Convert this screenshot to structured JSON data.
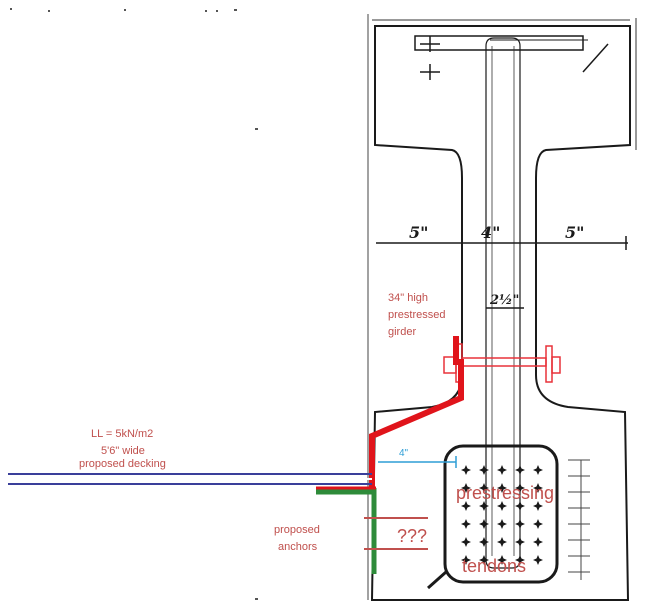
{
  "labels": {
    "live_load": "LL = 5kN/m2",
    "deck_width": "5'6\" wide",
    "deck_name": "proposed decking",
    "girder_line1": "34\" high",
    "girder_line2": "prestressed",
    "girder_line3": "girder",
    "offset": "4\"",
    "prestressing": "prestressing",
    "tendons": "tendons",
    "unknown": "???",
    "anchors_line1": "proposed",
    "anchors_line2": "anchors"
  },
  "dimensions": {
    "left_flange": "5\"",
    "web": "4\"",
    "right_flange": "5\"",
    "web_thickness": "2½\""
  },
  "colors": {
    "decking": "#3a3f9a",
    "bracket_red": "#e0141b",
    "bracket_green": "#2e8b3a",
    "bolt_red": "#e8323a",
    "annotation": "#c0504d",
    "offset_line": "#2f9ed6",
    "drawing": "#1a1a1a"
  }
}
